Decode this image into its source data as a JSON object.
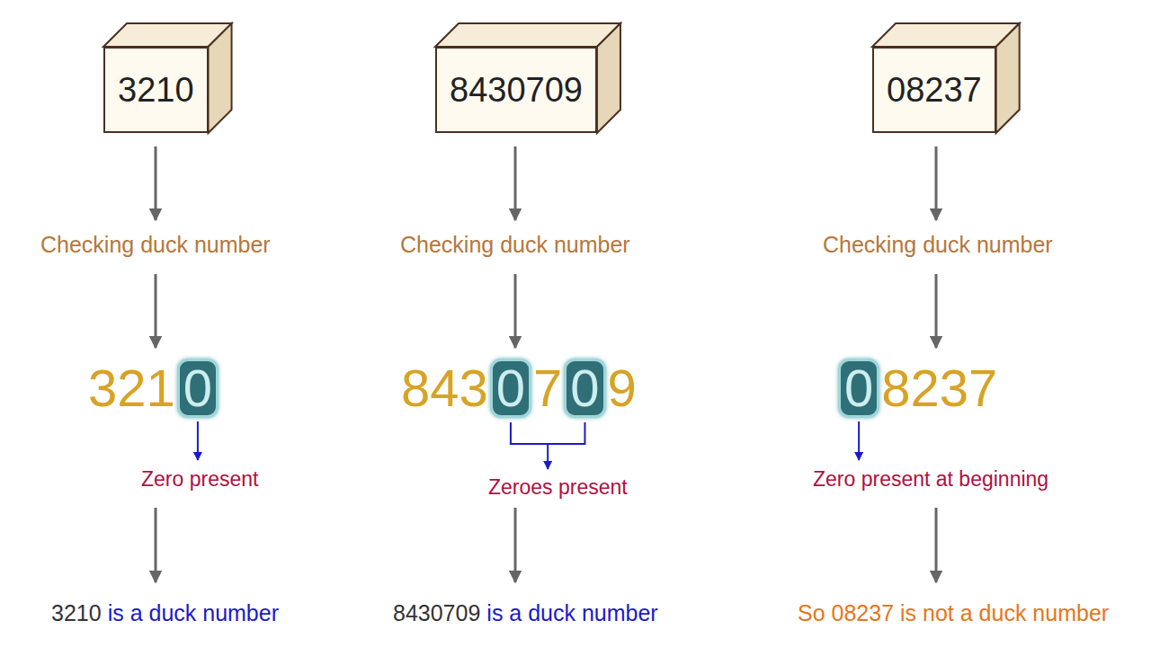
{
  "diagram": {
    "nodes": [
      {
        "text": [
          "3210"
        ]
      },
      {
        "text": [
          "8430709"
        ]
      },
      {
        "text": [
          "08237"
        ]
      },
      {
        "text": [
          "0"
        ]
      },
      {
        "text": [
          "0"
        ]
      },
      {
        "text": [
          "0"
        ]
      },
      {
        "text": [
          "0"
        ]
      }
    ],
    "labels": [
      "Checking duck number",
      "Checking duck number",
      "Checking duck number",
      "321",
      "843",
      "7",
      "9",
      "8237",
      "Zero present",
      "Zeroes present",
      "Zero present at beginning",
      "3210",
      "is a duck number",
      "8430709",
      "is a duck number",
      "So 08237",
      "is not a duck number"
    ]
  }
}
